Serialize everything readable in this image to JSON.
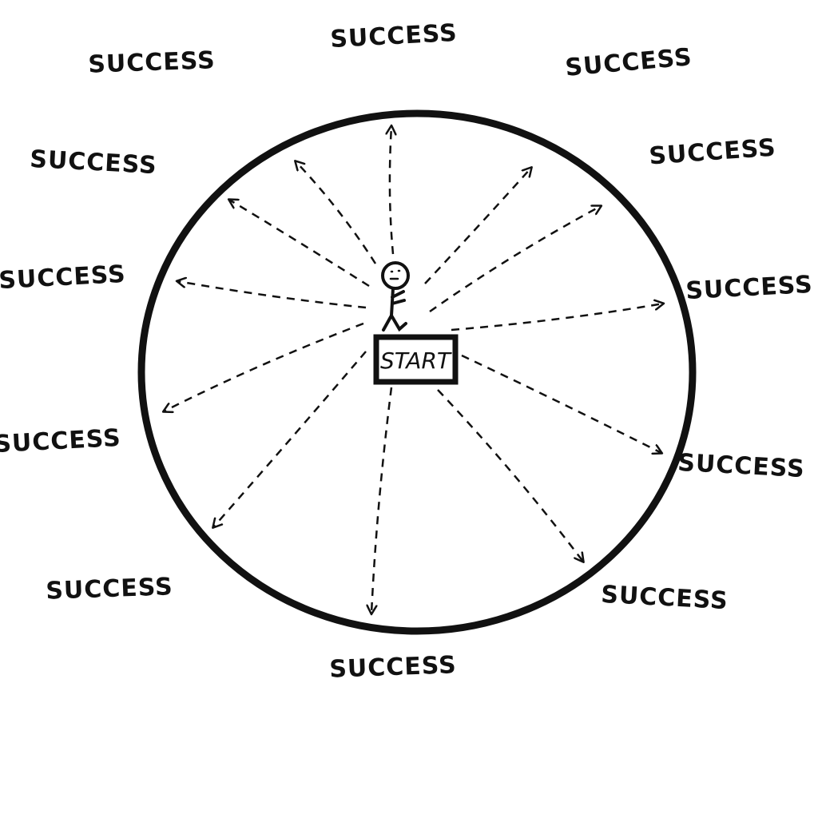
{
  "diagram": {
    "start_label": "START",
    "outcome_labels": [
      "SUCCESS",
      "SUCCESS",
      "SUCCESS",
      "SUCCESS",
      "SUCCESS",
      "SUCCESS",
      "SUCCESS",
      "SUCCESS",
      "SUCCESS",
      "SUCCESS",
      "SUCCESS",
      "SUCCESS"
    ],
    "ink_color": "#111111"
  }
}
